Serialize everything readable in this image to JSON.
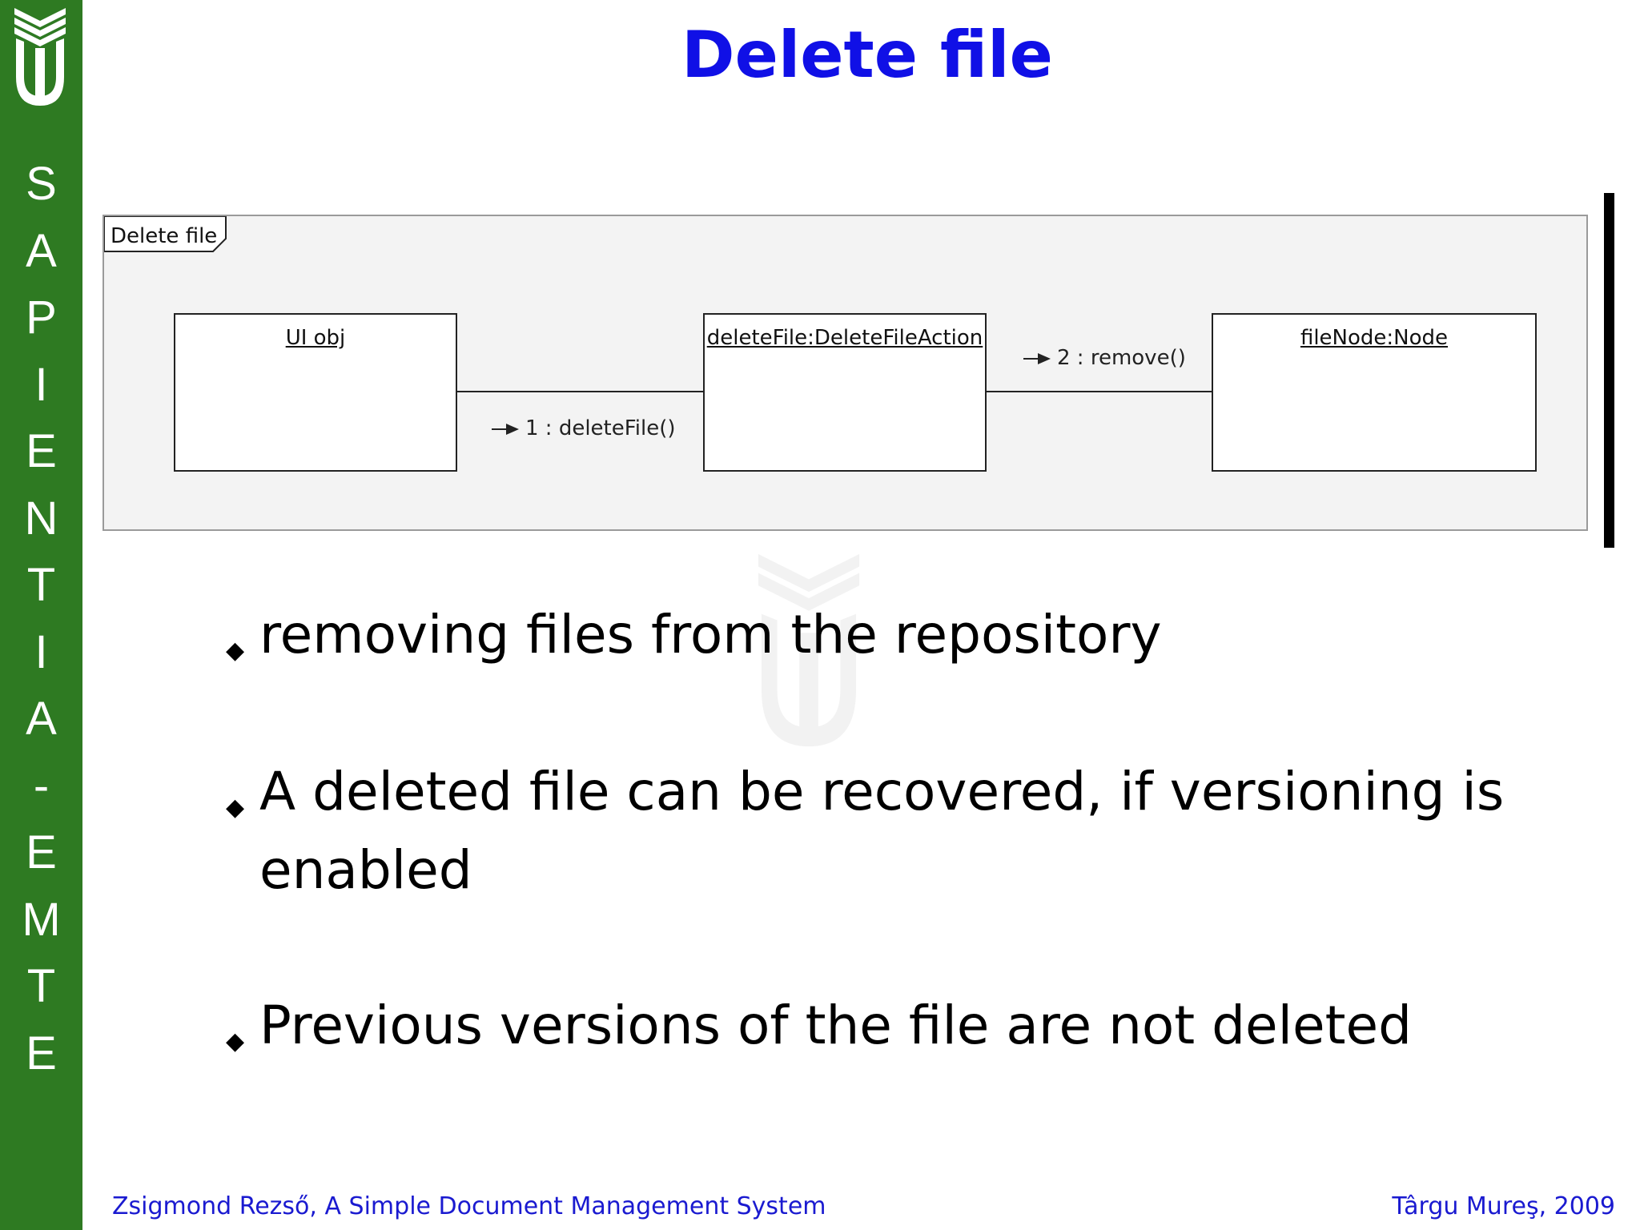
{
  "slide": {
    "title": "Delete file",
    "sidebar_letters": [
      "S",
      "A",
      "P",
      "I",
      "E",
      "N",
      "T",
      "I",
      "A",
      "-",
      "E",
      "M",
      "T",
      "E"
    ]
  },
  "diagram": {
    "frame_label": "Delete file",
    "objects": [
      {
        "label": "UI obj"
      },
      {
        "label": "deleteFile:DeleteFileAction"
      },
      {
        "label": "fileNode:Node"
      }
    ],
    "messages": [
      {
        "label": "1 : deleteFile()"
      },
      {
        "label": "2 : remove()"
      }
    ]
  },
  "bullets": [
    {
      "text": "removing files  from the repository"
    },
    {
      "text": "A deleted file can be recovered, if versioning is",
      "text2": "enabled"
    },
    {
      "text": "Previous versions of the file are not deleted"
    }
  ],
  "footer": {
    "left": "Zsigmond Rezső, A Simple Document Management System",
    "right": "Târgu Mureş, 2009"
  },
  "colors": {
    "sidebar": "#2e7a22",
    "title": "#1010e6",
    "footer": "#1a1ad0"
  }
}
